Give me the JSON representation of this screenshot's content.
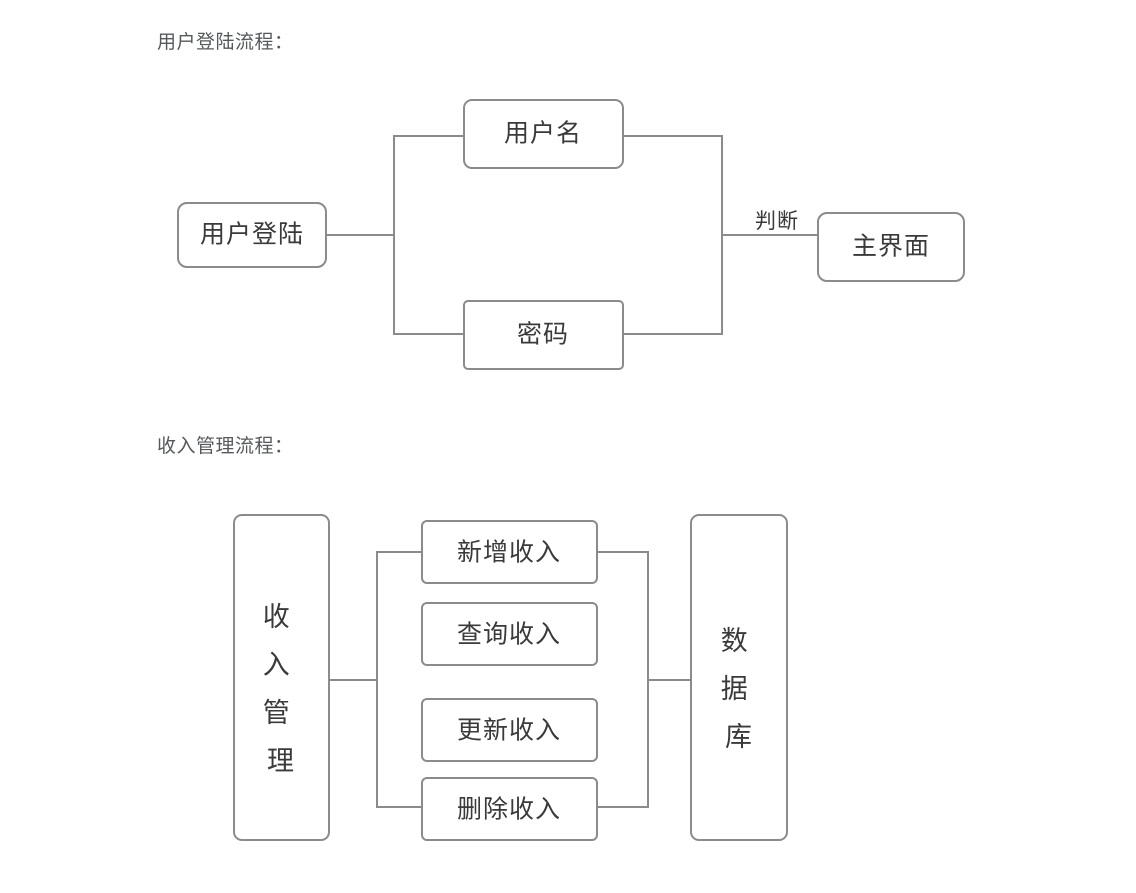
{
  "page": {
    "background_color": "#ffffff",
    "text_color": "#3a3a3a",
    "heading_color": "#55595c",
    "box_border_color": "#8b8b8b",
    "connector_color": "#8b8b8b"
  },
  "sections": [
    {
      "id": "login-flow",
      "heading": "用户登陆流程：",
      "diagram": {
        "type": "flowchart",
        "nodes": [
          {
            "id": "user-login",
            "label": "用户登陆",
            "orientation": "horizontal"
          },
          {
            "id": "username",
            "label": "用户名",
            "orientation": "horizontal"
          },
          {
            "id": "password",
            "label": "密码",
            "orientation": "horizontal"
          },
          {
            "id": "main-ui",
            "label": "主界面",
            "orientation": "horizontal"
          }
        ],
        "edges": [
          {
            "from": "user-login",
            "to": "username",
            "label": ""
          },
          {
            "from": "user-login",
            "to": "password",
            "label": ""
          },
          {
            "from": "username",
            "to": "main-ui",
            "label": "判断"
          },
          {
            "from": "password",
            "to": "main-ui",
            "label": "判断"
          }
        ],
        "edge_labels": [
          "判断"
        ]
      }
    },
    {
      "id": "income-flow",
      "heading": "收入管理流程：",
      "diagram": {
        "type": "flowchart",
        "nodes": [
          {
            "id": "income-manage",
            "label": "收入管理",
            "orientation": "vertical"
          },
          {
            "id": "add-income",
            "label": "新增收入",
            "orientation": "horizontal"
          },
          {
            "id": "query-income",
            "label": "查询收入",
            "orientation": "horizontal"
          },
          {
            "id": "update-income",
            "label": "更新收入",
            "orientation": "horizontal"
          },
          {
            "id": "delete-income",
            "label": "删除收入",
            "orientation": "horizontal"
          },
          {
            "id": "database",
            "label": "数据库",
            "orientation": "vertical"
          }
        ],
        "edges": [
          {
            "from": "income-manage",
            "to": "add-income",
            "label": ""
          },
          {
            "from": "income-manage",
            "to": "delete-income",
            "label": ""
          },
          {
            "from": "add-income",
            "to": "database",
            "label": ""
          },
          {
            "from": "delete-income",
            "to": "database",
            "label": ""
          }
        ],
        "edge_labels": []
      }
    }
  ],
  "labels": {
    "login_heading": "用户登陆流程：",
    "income_heading": "收入管理流程：",
    "user_login": "用户登陆",
    "username": "用户名",
    "password": "密码",
    "judge": "判断",
    "main_ui": "主界面",
    "income_manage_chars": [
      "收",
      "入",
      "管",
      "理"
    ],
    "income_manage": "收入管理",
    "add_income": "新增收入",
    "query_income": "查询收入",
    "update_income": "更新收入",
    "delete_income": "删除收入",
    "database_chars": [
      "数",
      "据",
      "库"
    ],
    "database": "数据库"
  }
}
